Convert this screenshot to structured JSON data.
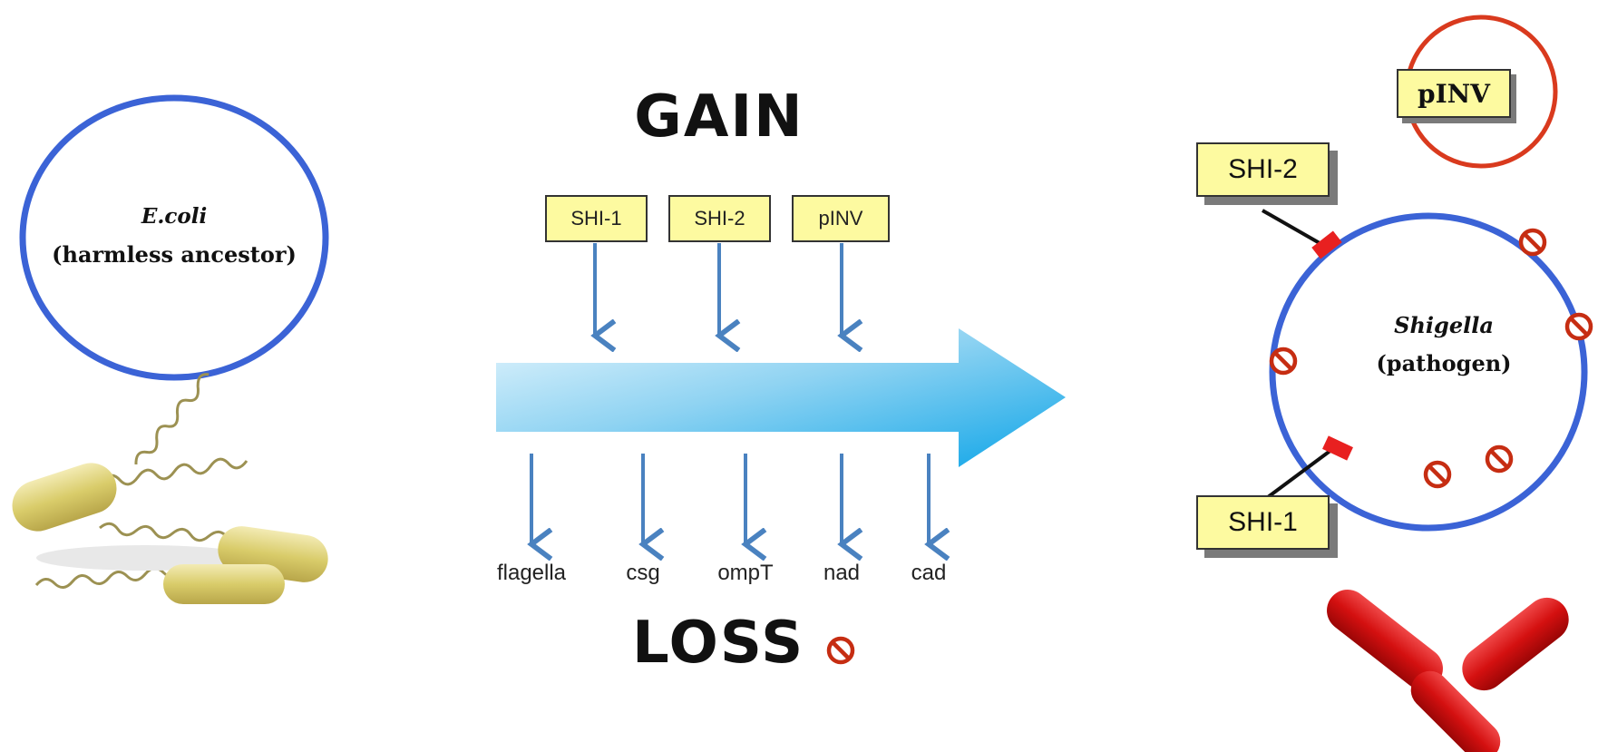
{
  "ecoli": {
    "name": "E.coli",
    "desc": "(harmless ancestor)"
  },
  "shigella": {
    "name": "Shigella",
    "desc": "(pathogen)"
  },
  "gain": {
    "title": "GAIN",
    "genes": [
      "SHI-1",
      "SHI-2",
      "pINV"
    ]
  },
  "loss": {
    "title": "LOSS",
    "genes": [
      "flagella",
      "csg",
      "ompT",
      "nad",
      "cad"
    ]
  },
  "islands": {
    "shi2": "SHI-2",
    "shi1": "SHI-1",
    "plasmid": "pINV"
  },
  "colors": {
    "chromosome": "#3b63d6",
    "arrow_light": "#c4e8f8",
    "arrow_dark": "#14a8e6",
    "gene_arrow": "#4a82c0",
    "gene_box": "#fdfaa0",
    "plasmid_ring": "#d93a1e",
    "insertion_site": "#e82020",
    "ecoli_cell": "#d9cc6a",
    "shigella_cell": "#d41010"
  }
}
